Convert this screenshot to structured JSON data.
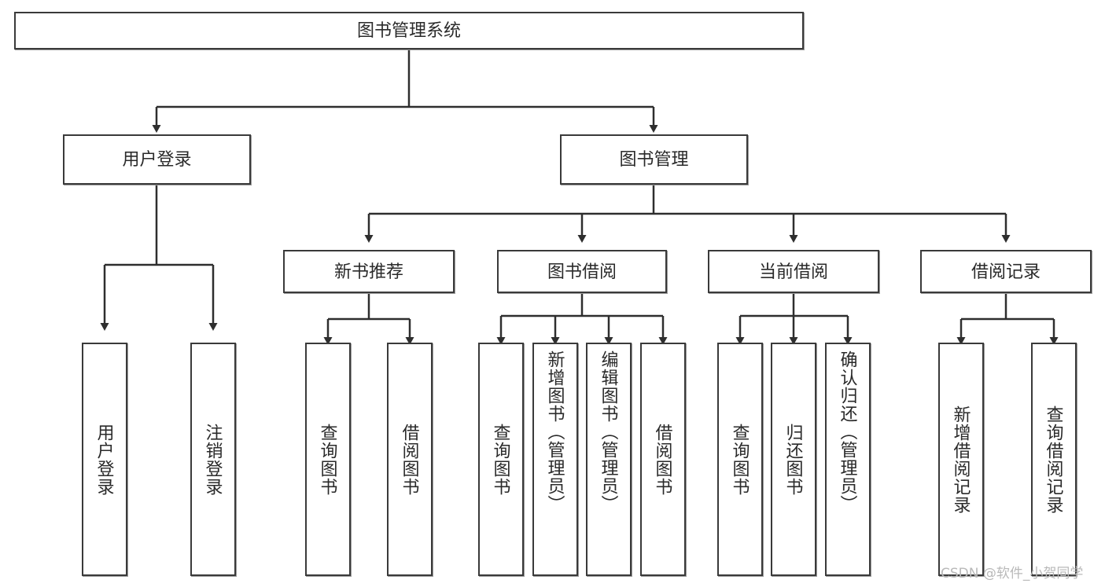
{
  "diagram": {
    "title": "图书管理系统",
    "type": "功能结构图",
    "root": {
      "id": "root",
      "label": "图书管理系统",
      "orientation": "horizontal"
    },
    "level2": [
      {
        "id": "user-login",
        "label": "用户登录",
        "orientation": "horizontal"
      },
      {
        "id": "book-management",
        "label": "图书管理",
        "orientation": "horizontal"
      }
    ],
    "level3": [
      {
        "id": "new-book-recommend",
        "label": "新书推荐",
        "orientation": "horizontal",
        "parent": "book-management"
      },
      {
        "id": "book-borrow",
        "label": "图书借阅",
        "orientation": "horizontal",
        "parent": "book-management"
      },
      {
        "id": "current-borrow",
        "label": "当前借阅",
        "orientation": "horizontal",
        "parent": "book-management"
      },
      {
        "id": "borrow-record",
        "label": "借阅记录",
        "orientation": "horizontal",
        "parent": "book-management"
      }
    ],
    "leaves": [
      {
        "id": "leaf-user-login",
        "label": "用户登录",
        "parent": "user-login",
        "orientation": "vertical"
      },
      {
        "id": "leaf-user-logout",
        "label": "注销登录",
        "parent": "user-login",
        "orientation": "vertical"
      },
      {
        "id": "leaf-query-book-1",
        "label": "查询图书",
        "parent": "new-book-recommend",
        "orientation": "vertical"
      },
      {
        "id": "leaf-borrow-book-1",
        "label": "借阅图书",
        "parent": "new-book-recommend",
        "orientation": "vertical"
      },
      {
        "id": "leaf-query-book-2",
        "label": "查询图书",
        "parent": "book-borrow",
        "orientation": "vertical"
      },
      {
        "id": "leaf-add-book",
        "label": "新增图书（管理员）",
        "parent": "book-borrow",
        "orientation": "vertical"
      },
      {
        "id": "leaf-edit-book",
        "label": "编辑图书（管理员）",
        "parent": "book-borrow",
        "orientation": "vertical"
      },
      {
        "id": "leaf-borrow-book-2",
        "label": "借阅图书",
        "parent": "book-borrow",
        "orientation": "vertical"
      },
      {
        "id": "leaf-query-book-3",
        "label": "查询图书",
        "parent": "current-borrow",
        "orientation": "vertical"
      },
      {
        "id": "leaf-return-book",
        "label": "归还图书",
        "parent": "current-borrow",
        "orientation": "vertical"
      },
      {
        "id": "leaf-confirm-return",
        "label": "确认归还（管理员）",
        "parent": "current-borrow",
        "orientation": "vertical"
      },
      {
        "id": "leaf-add-record",
        "label": "新增借阅记录",
        "parent": "borrow-record",
        "orientation": "vertical"
      },
      {
        "id": "leaf-query-record",
        "label": "查询借阅记录",
        "parent": "borrow-record",
        "orientation": "vertical"
      }
    ]
  },
  "watermark": {
    "text": "CSDN @软件_小贺同学"
  },
  "colors": {
    "border": "#3a3a3a",
    "background": "#ffffff",
    "text": "#2a2a2a",
    "edge": "#2e2e2e",
    "watermark": "#b9b9b9"
  }
}
